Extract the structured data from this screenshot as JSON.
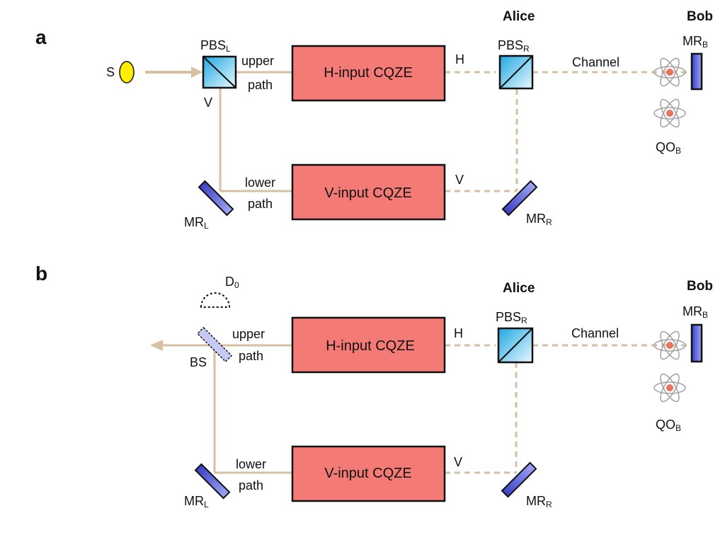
{
  "panels": [
    {
      "letter": "a",
      "alice": "Alice",
      "bob": "Bob",
      "source": "S",
      "pbs_left": {
        "main": "PBS",
        "sub": "L"
      },
      "pbs_right": {
        "main": "PBS",
        "sub": "R"
      },
      "mirror_left": {
        "main": "MR",
        "sub": "L"
      },
      "mirror_right": {
        "main": "MR",
        "sub": "R"
      },
      "mirror_bob": {
        "main": "MR",
        "sub": "B"
      },
      "qo_bob": {
        "main": "QO",
        "sub": "B"
      },
      "upper_path": [
        "upper",
        "path"
      ],
      "lower_path": [
        "lower",
        "path"
      ],
      "h_box": "H-input CQZE",
      "v_box": "V-input CQZE",
      "h_label": "H",
      "v_label": "V",
      "v_pbs_label": "V",
      "channel": "Channel"
    },
    {
      "letter": "b",
      "alice": "Alice",
      "bob": "Bob",
      "detector": {
        "main": "D",
        "sub": "0"
      },
      "beam_splitter": "BS",
      "pbs_right": {
        "main": "PBS",
        "sub": "R"
      },
      "mirror_left": {
        "main": "MR",
        "sub": "L"
      },
      "mirror_right": {
        "main": "MR",
        "sub": "R"
      },
      "mirror_bob": {
        "main": "MR",
        "sub": "B"
      },
      "qo_bob": {
        "main": "QO",
        "sub": "B"
      },
      "upper_path": [
        "upper",
        "path"
      ],
      "lower_path": [
        "lower",
        "path"
      ],
      "h_box": "H-input CQZE",
      "v_box": "V-input CQZE",
      "h_label": "H",
      "v_label": "V",
      "channel": "Channel"
    }
  ],
  "colors": {
    "beam": "#d7bfa3",
    "box_fill": "#f47a76",
    "pbs_fill": "#5fc6ec",
    "mirror_fill": "#3f48c8",
    "bs_fill": "#c8c8f4",
    "source_fill": "#ffee00",
    "atom_nucleus": "#e8735f",
    "atom_orbit": "#a0a0a0"
  }
}
